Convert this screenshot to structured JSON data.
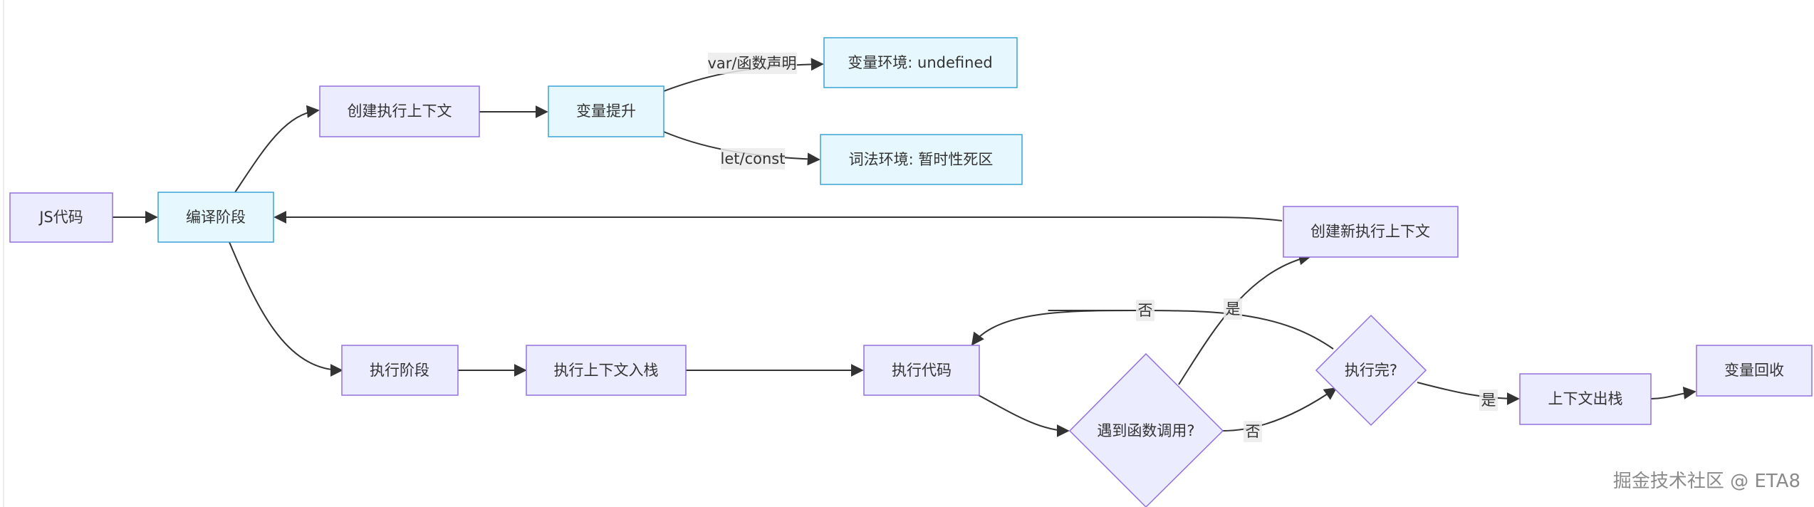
{
  "colors": {
    "default_fill": "#ECECFF",
    "default_stroke": "#9370DB",
    "highlight_fill": "#E6F7FD",
    "highlight_stroke": "#3AA4D7",
    "edge": "#333333"
  },
  "nodes": {
    "js_code": "JS代码",
    "compile_phase": "编译阶段",
    "create_context": "创建执行上下文",
    "hoisting": "变量提升",
    "var_env": "变量环境: undefined",
    "lex_env": "词法环境: 暂时性死区",
    "exec_phase": "执行阶段",
    "push_context": "执行上下文入栈",
    "exec_code": "执行代码",
    "func_call": "遇到函数调用?",
    "exec_done": "执行完?",
    "create_new_context": "创建新执行上下文",
    "pop_context": "上下文出栈",
    "gc": "变量回收"
  },
  "edge_labels": {
    "var_func": "var/函数声明",
    "let_const": "let/const",
    "func_yes": "是",
    "func_no": "否",
    "done_no": "否",
    "done_yes": "是"
  },
  "watermark": "掘金技术社区 @ ETA8"
}
